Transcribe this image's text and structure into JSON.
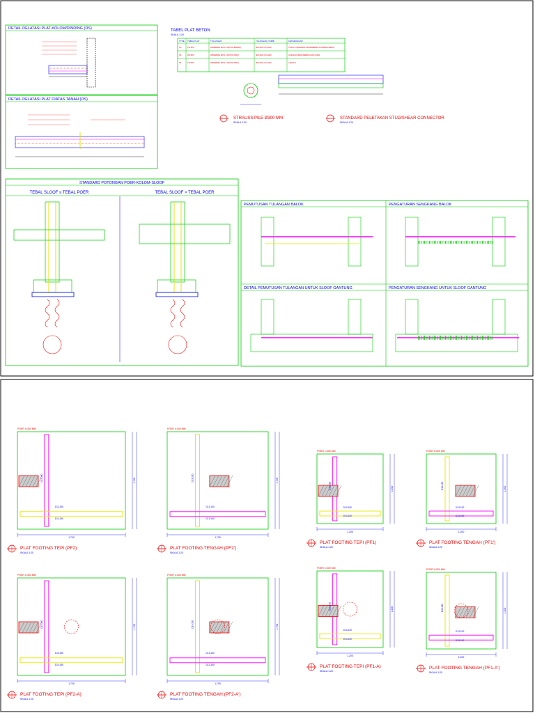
{
  "sheet": {
    "top_sections": {
      "delatasi_plat_kolom": "DETAIL DELATASI PLAT-KOLOM/DINDING (DS)",
      "delatasi_plat_tanah": "DETAIL DELATASI PLAT DIATAS TANAH (DS)",
      "tabel_plat_title": "TABEL PLAT BETON",
      "tabel_plat_scale": "SKALA 1:20",
      "tabel_headers": [
        "TYPE",
        "TEBAL PLAT",
        "TULANGAN",
        "TULANGAN (TAMB)",
        "KETERANGAN"
      ],
      "tabel_rows": [
        [
          "S1",
          "150 MM",
          "WIREMESH M8 (1 LAPIS DI BAWAH)",
          "M10-200 / D13-200",
          "TRACK OVERHEAD CRANE/BEBAN DI BAWAH MESIN"
        ],
        [
          "S2",
          "200 MM",
          "WIREMESH M8 (1 LAPIS DI ATAS)",
          "M10-200 / D13-200",
          "GUDANG/TRACK/BEBAN 1000 Kg/M2"
        ],
        [
          "S3",
          "150 MM",
          "WIREMESH M8 (1 LAPIS DI ATAS)",
          "M10-200 / D13-200",
          "LANTAI 2"
        ]
      ],
      "straus_pile": "STRAUSS PILE Ø300 MM",
      "stud_connector": "STANDARD PELETAKAN STUD/SHEAR CONNECTOR",
      "skala": "SKALA 1:20",
      "poer_title": "STANDARD POTONGAN POER-KOLOM-SLOOF",
      "poer_left": "TEBAL SLOOF ≤ TEBAL POER",
      "poer_right": "TEBAL SLOOF > TEBAL POER",
      "pemutusan_balok": "PEMUTUSAN TULANGAN BALOK",
      "sengkang_balok": "PENGATURAN SENGKANG BALOK",
      "pemutusan_sloof": "DETAIL PEMUTUSAN TULANGAN UNTUK SLOOF GANTUNG",
      "sengkang_sloof": "PENGATURAN SENGKANG UNTUK SLOOF GANTUNG"
    },
    "footings": [
      {
        "title": "PLAT FOOTING TEPI (PF2)",
        "scale": "SKALA 1:20",
        "poer": "POER t=300 MM",
        "dim_w": "1,700",
        "dim_h": "1,700",
        "rebar": "D13-150"
      },
      {
        "title": "PLAT FOOTING TENGAH (PF2')",
        "scale": "SKALA 1:20",
        "poer": "POER t=300 MM",
        "dim_w": "1,700",
        "dim_h": "1,700",
        "rebar": "D13-150"
      },
      {
        "title": "PLAT FOOTING TEPI (PF1)",
        "scale": "SKALA 1:20",
        "poer": "POER t=300 MM",
        "dim_w": "1,200",
        "dim_h": "1,200",
        "rebar": "D13-150"
      },
      {
        "title": "PLAT FOOTING TENGAH (PF1')",
        "scale": "SKALA 1:20",
        "poer": "POER t=300 MM",
        "dim_w": "1,200",
        "dim_h": "1,200",
        "rebar": "D13-150"
      },
      {
        "title": "PLAT FOOTING TEPI (PF2-A)",
        "scale": "SKALA 1:20",
        "poer": "POER t=300 MM",
        "dim_w": "1,700",
        "dim_h": "1,700",
        "rebar": "D13-150"
      },
      {
        "title": "PLAT FOOTING TENGAH (PF2-A')",
        "scale": "SKALA 1:20",
        "poer": "POER t=300 MM",
        "dim_w": "1,700",
        "dim_h": "1,700",
        "rebar": "D13-150"
      },
      {
        "title": "PLAT FOOTING TEPI (PF1-A)",
        "scale": "SKALA 1:20",
        "poer": "POER t=300 MM",
        "dim_w": "1,200",
        "dim_h": "1,200",
        "rebar": "D13-150"
      },
      {
        "title": "PLAT FOOTING TENGAH (PF1-A')",
        "scale": "SKALA 1:20",
        "poer": "POER t=300 MM",
        "dim_w": "1,200",
        "dim_h": "1,200",
        "rebar": "D13-150"
      }
    ],
    "colors": {
      "green": "#00cc00",
      "red": "#ff0000",
      "magenta": "#ff00ff",
      "yellow": "#e6e600",
      "blue": "#0000ff"
    }
  }
}
